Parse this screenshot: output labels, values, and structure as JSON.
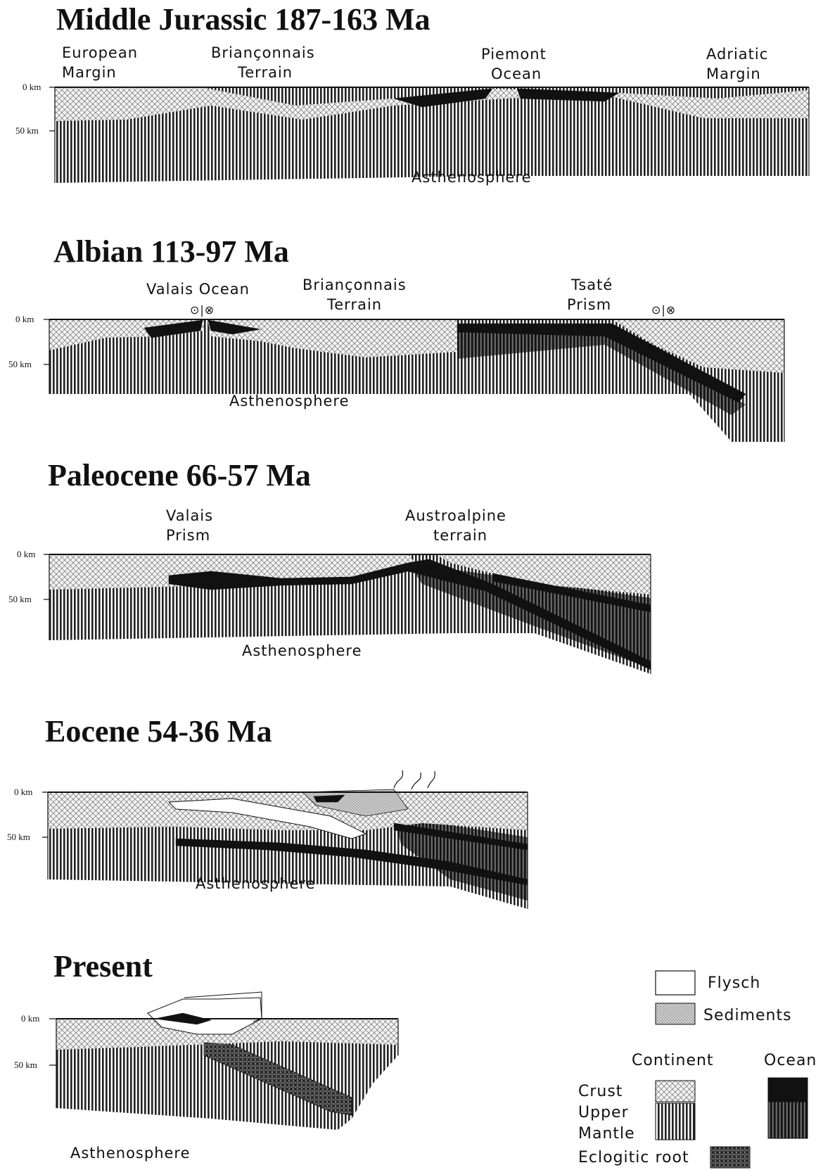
{
  "panels": [
    {
      "title": "Middle Jurassic 187-163 Ma",
      "labels": {
        "european_margin": "European\nMargin",
        "brianconnais": "Briançonnais\nTerrain",
        "piemont": "Piemont\nOcean",
        "adriatic": "Adriatic\nMargin",
        "asthenosphere": "Asthenosphere"
      },
      "depth_top": "0 km",
      "depth_50": "50 km"
    },
    {
      "title": "Albian   113-97 Ma",
      "labels": {
        "valais_ocean": "Valais Ocean",
        "brianconnais": "Briançonnais\nTerrain",
        "tsate": "Tsaté\nPrism",
        "asthenosphere": "Asthenosphere"
      },
      "depth_top": "0 km",
      "depth_50": "50 km"
    },
    {
      "title": "Paleocene  66-57 Ma",
      "labels": {
        "valais_prism": "Valais\nPrism",
        "austroalpine": "Austroalpine\nterrain",
        "asthenosphere": "Asthenosphere"
      },
      "depth_top": "0 km",
      "depth_50": "50 km"
    },
    {
      "title": "Eocene   54-36  Ma",
      "labels": {
        "asthenosphere": "Asthenosphere"
      },
      "depth_top": "0 km",
      "depth_50": "50 km"
    },
    {
      "title": "Present",
      "labels": {
        "asthenosphere": "Asthenosphere"
      },
      "depth_top": "0 km",
      "depth_50": "50 km"
    }
  ],
  "legend": {
    "flysch": "Flysch",
    "sediments": "Sediments",
    "continent": "Continent",
    "ocean": "Ocean",
    "crust": "Crust",
    "upper_mantle": "Upper\nMantle",
    "eclogitic_root": "Eclogitic root"
  },
  "colors": {
    "ink": "#111111",
    "paper": "#ffffff",
    "sediment": "#c8c8c8"
  }
}
